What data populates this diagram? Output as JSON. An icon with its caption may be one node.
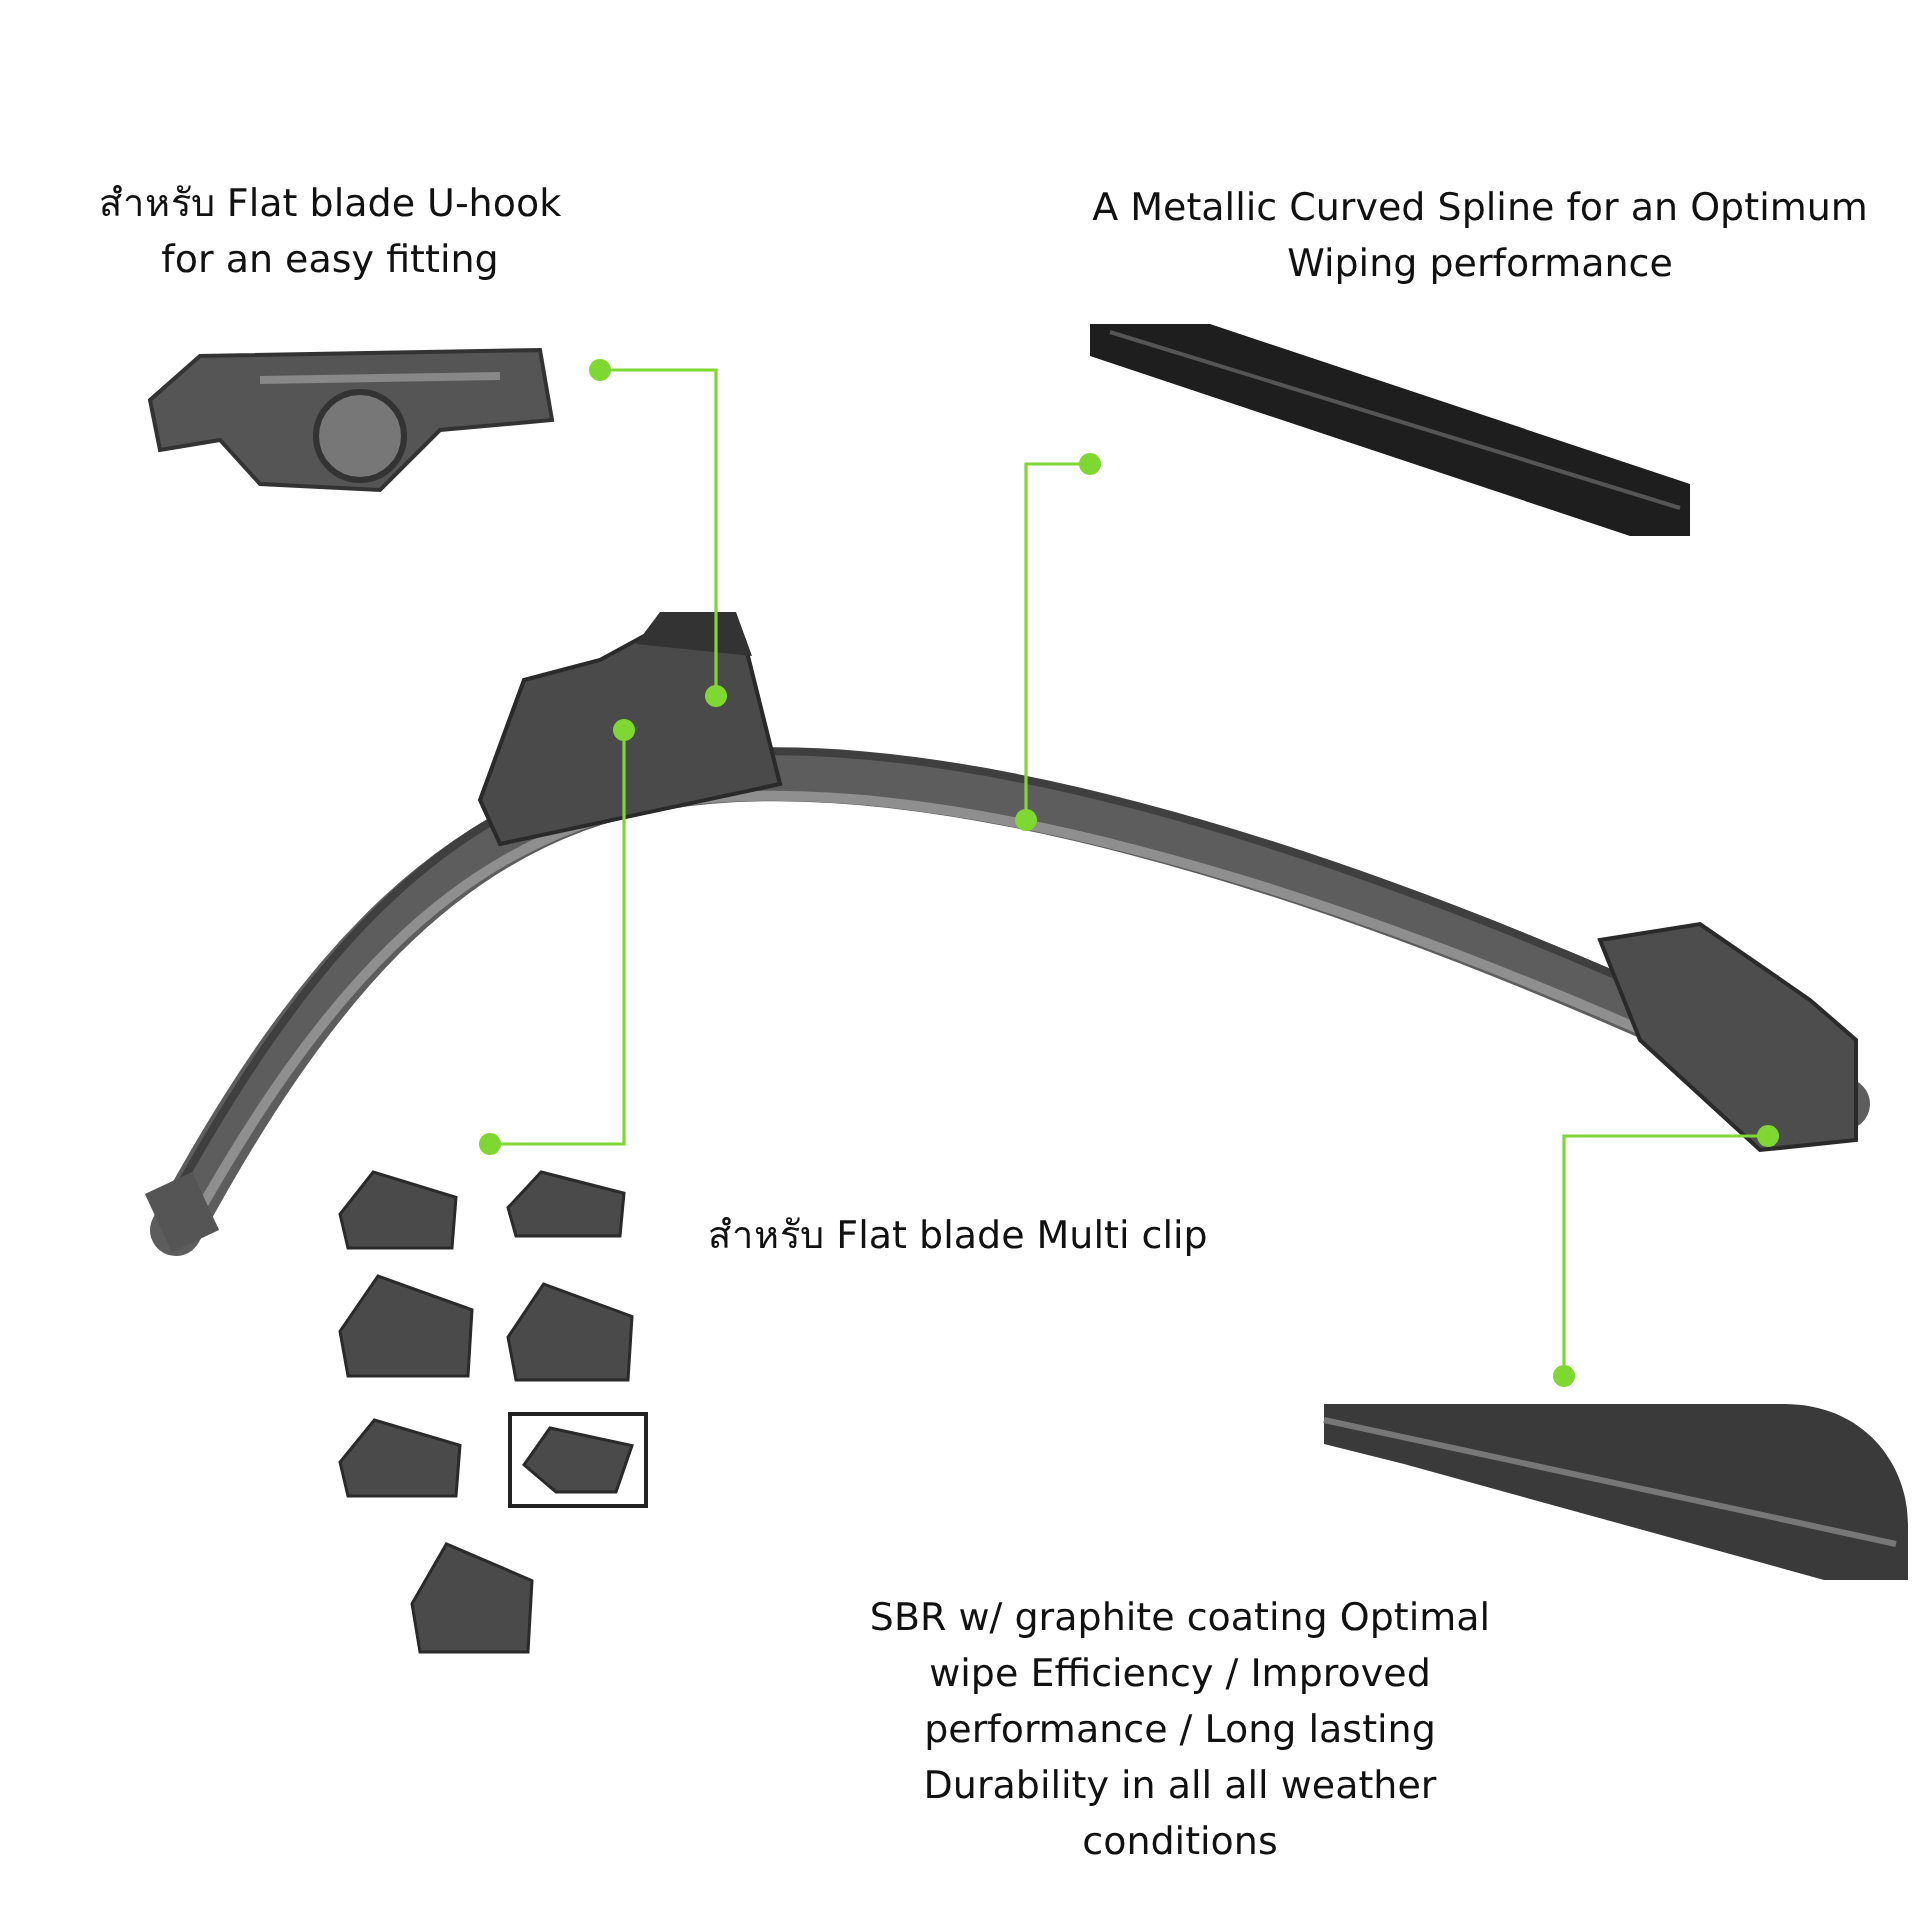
{
  "diagram": {
    "nodes": [
      {
        "text": [
          "สำหรับ Flat blade U-hook for an easy fitting"
        ]
      },
      {
        "text": [
          "A Metallic Curved Spline for an Optimum Wiping performance"
        ]
      },
      {
        "text": [
          "สำหรับ Flat blade Multi clip"
        ]
      },
      {
        "text": [
          "SBR w/ graphite coating Optimal wipe Efficiency / Improved performance / Long lasting Durability in all all weather conditions"
        ]
      }
    ],
    "edges": [
      {
        "from": 0,
        "to": null,
        "arrow": "other"
      },
      {
        "from": 2,
        "to": null,
        "arrow": "other"
      },
      {
        "from": 1,
        "to": null,
        "arrow": "other"
      },
      {
        "from": 3,
        "to": null,
        "arrow": "other"
      }
    ]
  }
}
